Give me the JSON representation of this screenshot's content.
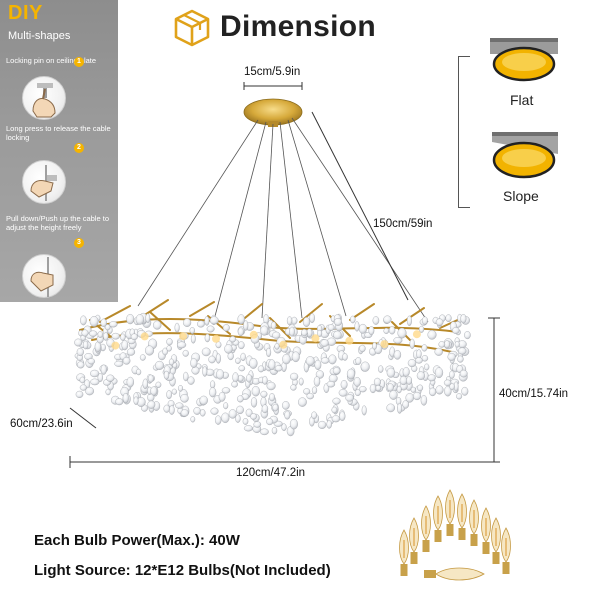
{
  "diy_panel": {
    "title": "DIY",
    "subtitle": "Multi-shapes",
    "steps": [
      {
        "num": "1",
        "text": "Locking pin on ceiling plate"
      },
      {
        "num": "2",
        "text": "Long press to release the cable locking"
      },
      {
        "num": "3",
        "text": "Pull down/Push up the cable to adjust the height freely"
      }
    ]
  },
  "header": {
    "title": "Dimension",
    "icon": "box-icon"
  },
  "canopy_options": [
    {
      "label": "Flat"
    },
    {
      "label": "Slope"
    }
  ],
  "dimensions": {
    "canopy": "15cm/5.9in",
    "cable": "150cm/59in",
    "height": "40cm/15.74in",
    "depth": "60cm/23.6in",
    "width": "120cm/47.2in"
  },
  "specs": {
    "bulb_power": "Each Bulb Power(Max.): 40W",
    "light_source": "Light Source: 12*E12 Bulbs(Not Included)"
  },
  "colors": {
    "accent": "#f5b400",
    "gold": "#c9a23a",
    "panel_gray": "#9a9a9a",
    "text": "#111111"
  }
}
